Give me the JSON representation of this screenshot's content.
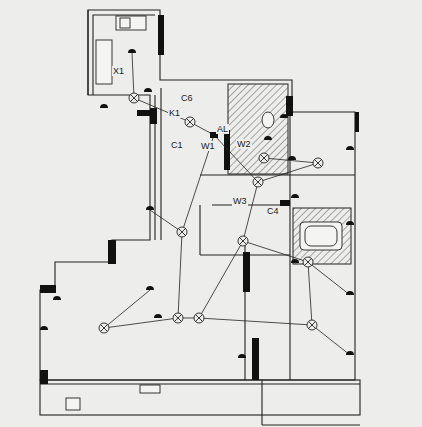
{
  "diagram": {
    "labels": [
      "X1",
      "C6",
      "K1",
      "C1",
      "W1",
      "AL",
      "W2",
      "W3",
      "C4"
    ]
  }
}
